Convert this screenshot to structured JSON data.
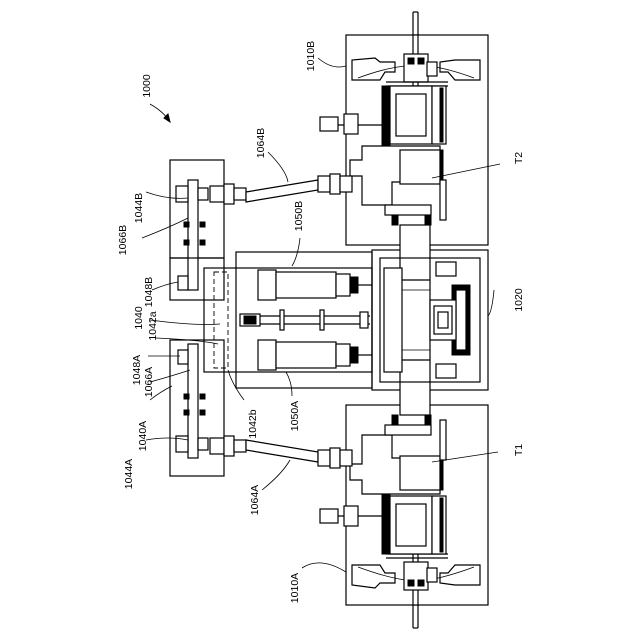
{
  "figure": {
    "system_label": "1000",
    "labels": {
      "l1010B": "1010B",
      "l1010A": "1010A",
      "l1020": "1020",
      "lT1": "T1",
      "lT2": "T2",
      "l1064B": "1064B",
      "l1064A": "1064A",
      "l1044B": "1044B",
      "l1044A": "1044A",
      "l1066B": "1066B",
      "l1066A": "1066A",
      "l1048B": "1048B",
      "l1048A": "1048A",
      "l1040": "1040",
      "l1040A": "1040A",
      "l1042a": "1042a",
      "l1042b": "1042b",
      "l1050B": "1050B",
      "l1050A": "1050A"
    }
  }
}
